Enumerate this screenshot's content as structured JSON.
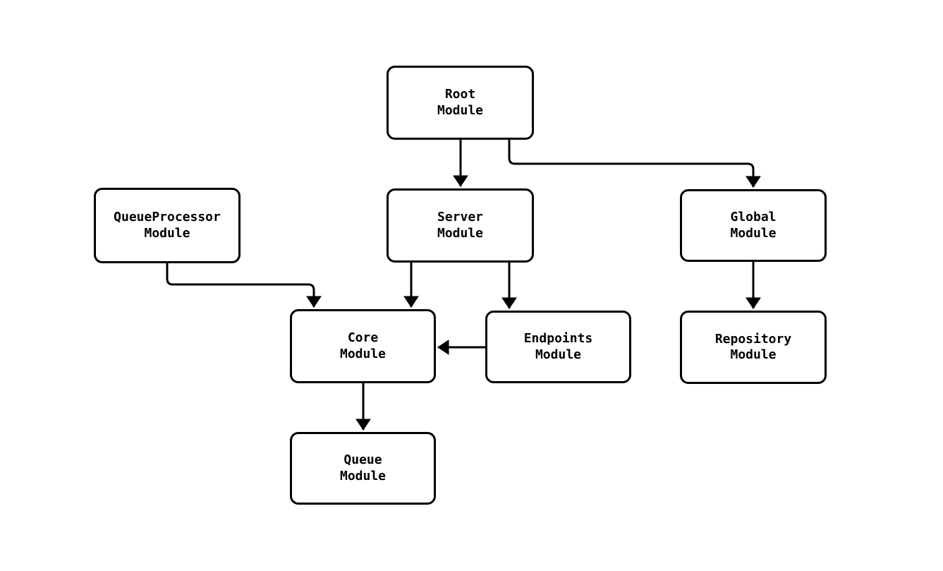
{
  "diagram": {
    "type": "flowchart",
    "colors": {
      "background": "#ffffff",
      "node_fill": "#ffffff",
      "node_border": "#000000",
      "edge": "#000000",
      "text": "#000000"
    },
    "nodes": {
      "root": {
        "label": "Root\nModule"
      },
      "queueprocessor": {
        "label": "QueueProcessor\nModule"
      },
      "server": {
        "label": "Server\nModule"
      },
      "global": {
        "label": "Global\nModule"
      },
      "core": {
        "label": "Core\nModule"
      },
      "endpoints": {
        "label": "Endpoints\nModule"
      },
      "repository": {
        "label": "Repository\nModule"
      },
      "queue": {
        "label": "Queue\nModule"
      }
    },
    "edges": [
      {
        "from": "Root Module",
        "to": "Server Module"
      },
      {
        "from": "Root Module",
        "to": "Global Module"
      },
      {
        "from": "QueueProcessor Module",
        "to": "Core Module"
      },
      {
        "from": "Server Module",
        "to": "Core Module"
      },
      {
        "from": "Server Module",
        "to": "Endpoints Module"
      },
      {
        "from": "Endpoints Module",
        "to": "Core Module"
      },
      {
        "from": "Global Module",
        "to": "Repository Module"
      },
      {
        "from": "Core Module",
        "to": "Queue Module"
      }
    ]
  }
}
